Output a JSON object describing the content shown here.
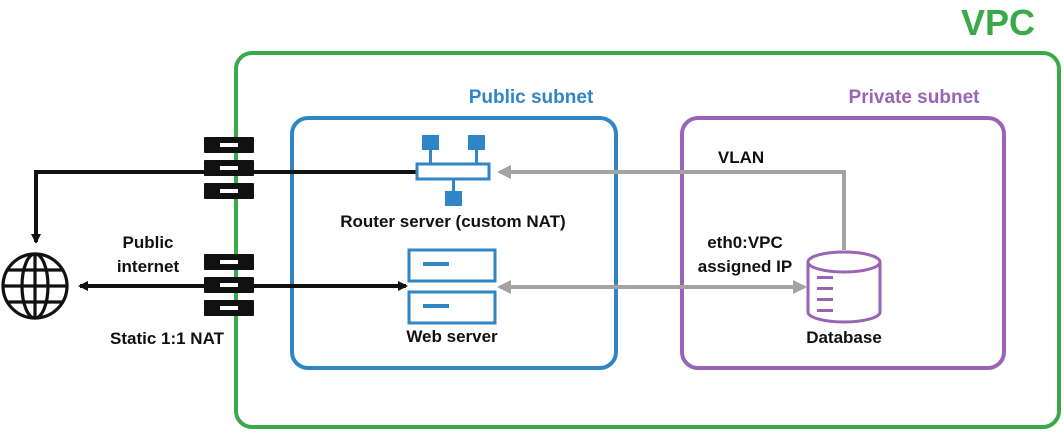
{
  "vpc": {
    "title": "VPC",
    "color": "#3aaa49"
  },
  "public_subnet": {
    "title": "Public subnet",
    "color": "#2f86c6"
  },
  "private_subnet": {
    "title": "Private subnet",
    "color": "#9b63b5"
  },
  "nodes": {
    "router": {
      "label": "Router server (custom NAT)",
      "icon": "router-icon"
    },
    "web": {
      "label": "Web server",
      "icon": "server-icon"
    },
    "database": {
      "label": "Database",
      "icon": "database-icon"
    },
    "internet": {
      "icon": "globe-icon"
    }
  },
  "edges": {
    "vlan": {
      "label": "VLAN"
    },
    "eth0": {
      "label_line1": "eth0:VPC",
      "label_line2": "assigned IP"
    },
    "public_internet": {
      "label_line1": "Public",
      "label_line2": "internet"
    },
    "static_nat": {
      "label": "Static 1:1 NAT"
    }
  },
  "colors": {
    "dark": "#111111",
    "gray_arrow": "#a3a3a3"
  }
}
